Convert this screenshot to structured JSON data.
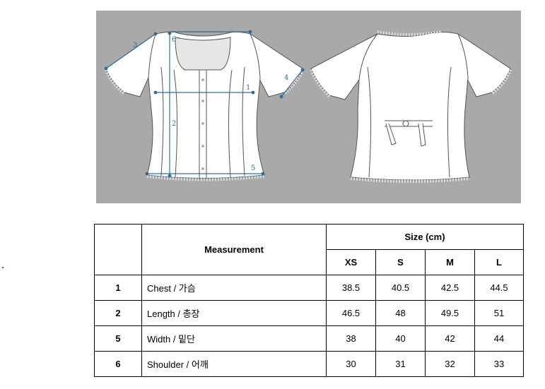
{
  "diagram": {
    "markers": {
      "chest": "1",
      "length": "2",
      "sleeve": "3",
      "cuff": "4",
      "width": "5",
      "shoulder": "6"
    },
    "colors": {
      "background": "#a9a9a9",
      "garment": "#ffffff",
      "outline": "#555555",
      "neck_inset": "#e6e6e6",
      "measure_line": "#2c6d9e"
    }
  },
  "table": {
    "measurement_header": "Measurement",
    "size_header": "Size (cm)",
    "sizes": [
      "XS",
      "S",
      "M",
      "L"
    ],
    "rows": [
      {
        "no": "1",
        "name": "Chest / 가슴",
        "values": [
          "38.5",
          "40.5",
          "42.5",
          "44.5"
        ]
      },
      {
        "no": "2",
        "name": "Length / 총장",
        "values": [
          "46.5",
          "48",
          "49.5",
          "51"
        ]
      },
      {
        "no": "5",
        "name": "Width / 밑단",
        "values": [
          "38",
          "40",
          "42",
          "44"
        ]
      },
      {
        "no": "6",
        "name": "Shoulder / 어깨",
        "values": [
          "30",
          "31",
          "32",
          "33"
        ]
      }
    ]
  }
}
